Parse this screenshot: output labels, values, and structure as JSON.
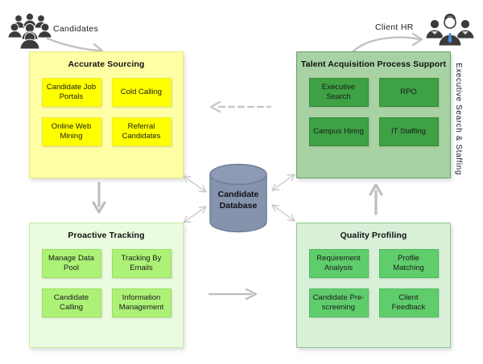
{
  "labels": {
    "candidates": "Candidates",
    "client_hr": "Client HR",
    "side_vertical": "Executive Search & Staffing",
    "database": "Candidate Database"
  },
  "panels": [
    {
      "title": "Accurate Sourcing",
      "items": [
        "Candidate Job Portals",
        "Cold Calling",
        "Online Web Mining",
        "Referral Candidates"
      ]
    },
    {
      "title": "Talent Acquisition Process Support",
      "items": [
        "Executive Search",
        "RPO",
        "Campus Hiring",
        "IT Staffing"
      ]
    },
    {
      "title": "Proactive Tracking",
      "items": [
        "Manage Data Pool",
        "Tracking By Emails",
        "Candidate Calling",
        "Information Management"
      ]
    },
    {
      "title": "Quality Profiling",
      "items": [
        "Requirement Analysis",
        "Profile Matching",
        "Candidate Pre-screening",
        "Client Feedback"
      ]
    }
  ],
  "colors": {
    "sourcing_bg": "#FFFFA6",
    "sourcing_item": "#FFFF00",
    "talent_bg": "#A8D2A3",
    "talent_item": "#3EA144",
    "tracking_bg": "#EBFBDF",
    "tracking_item": "#ADF277",
    "quality_bg": "#D8F0D8",
    "quality_item": "#60CD6D",
    "database_fill": "#8593AD",
    "arrow_gray": "#C2C2C2",
    "icon_dark": "#3B3B3B",
    "tie_blue": "#4A90D9"
  }
}
